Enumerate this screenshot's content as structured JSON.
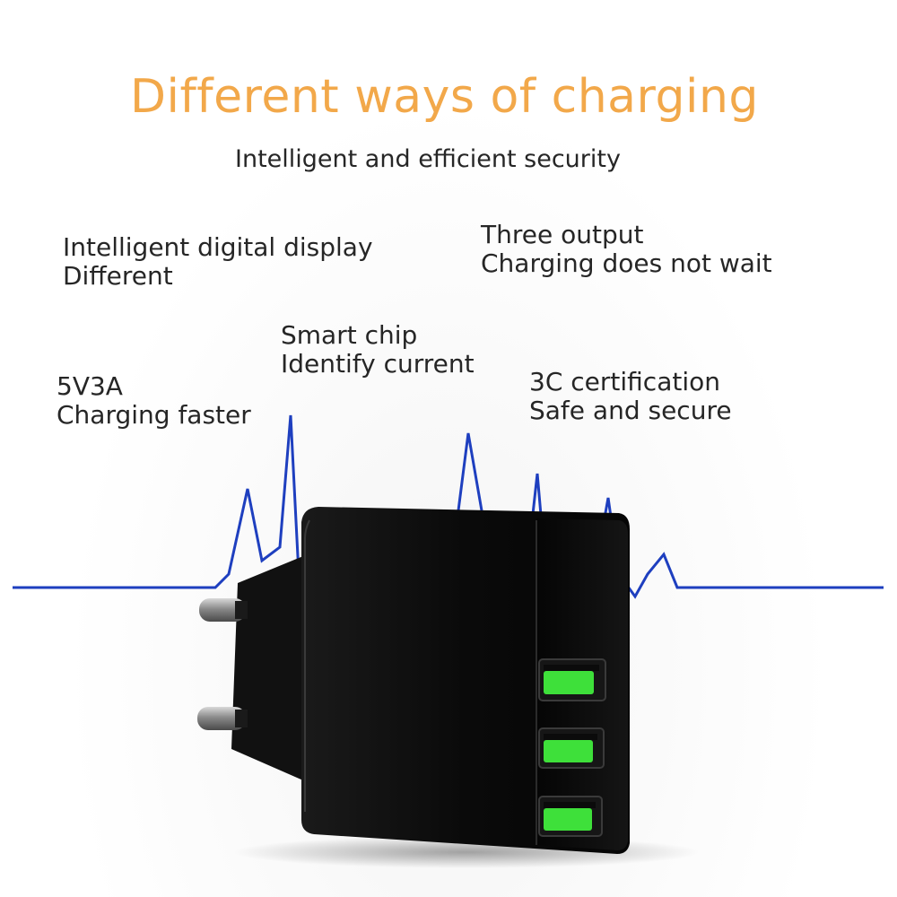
{
  "headline": {
    "text": "Different ways of charging",
    "color": "#f2a84a"
  },
  "subhead": "Intelligent and efficient security",
  "features": {
    "display": {
      "line1": "Intelligent digital display",
      "line2": "Different"
    },
    "output": {
      "line1": "Three output",
      "line2": "Charging does not wait"
    },
    "chip": {
      "line1": "Smart chip",
      "line2": "Identify current"
    },
    "fast": {
      "line1": "5V3A",
      "line2": "Charging faster"
    },
    "cert": {
      "line1": "3C certification",
      "line2": "Safe and secure"
    }
  },
  "colors": {
    "pulse_line": "#1e3fbf",
    "charger_body": "#0c0c0c",
    "usb_led": "#3ee03a"
  },
  "charger": {
    "usb_ports": 3,
    "plug_pins": 2
  }
}
